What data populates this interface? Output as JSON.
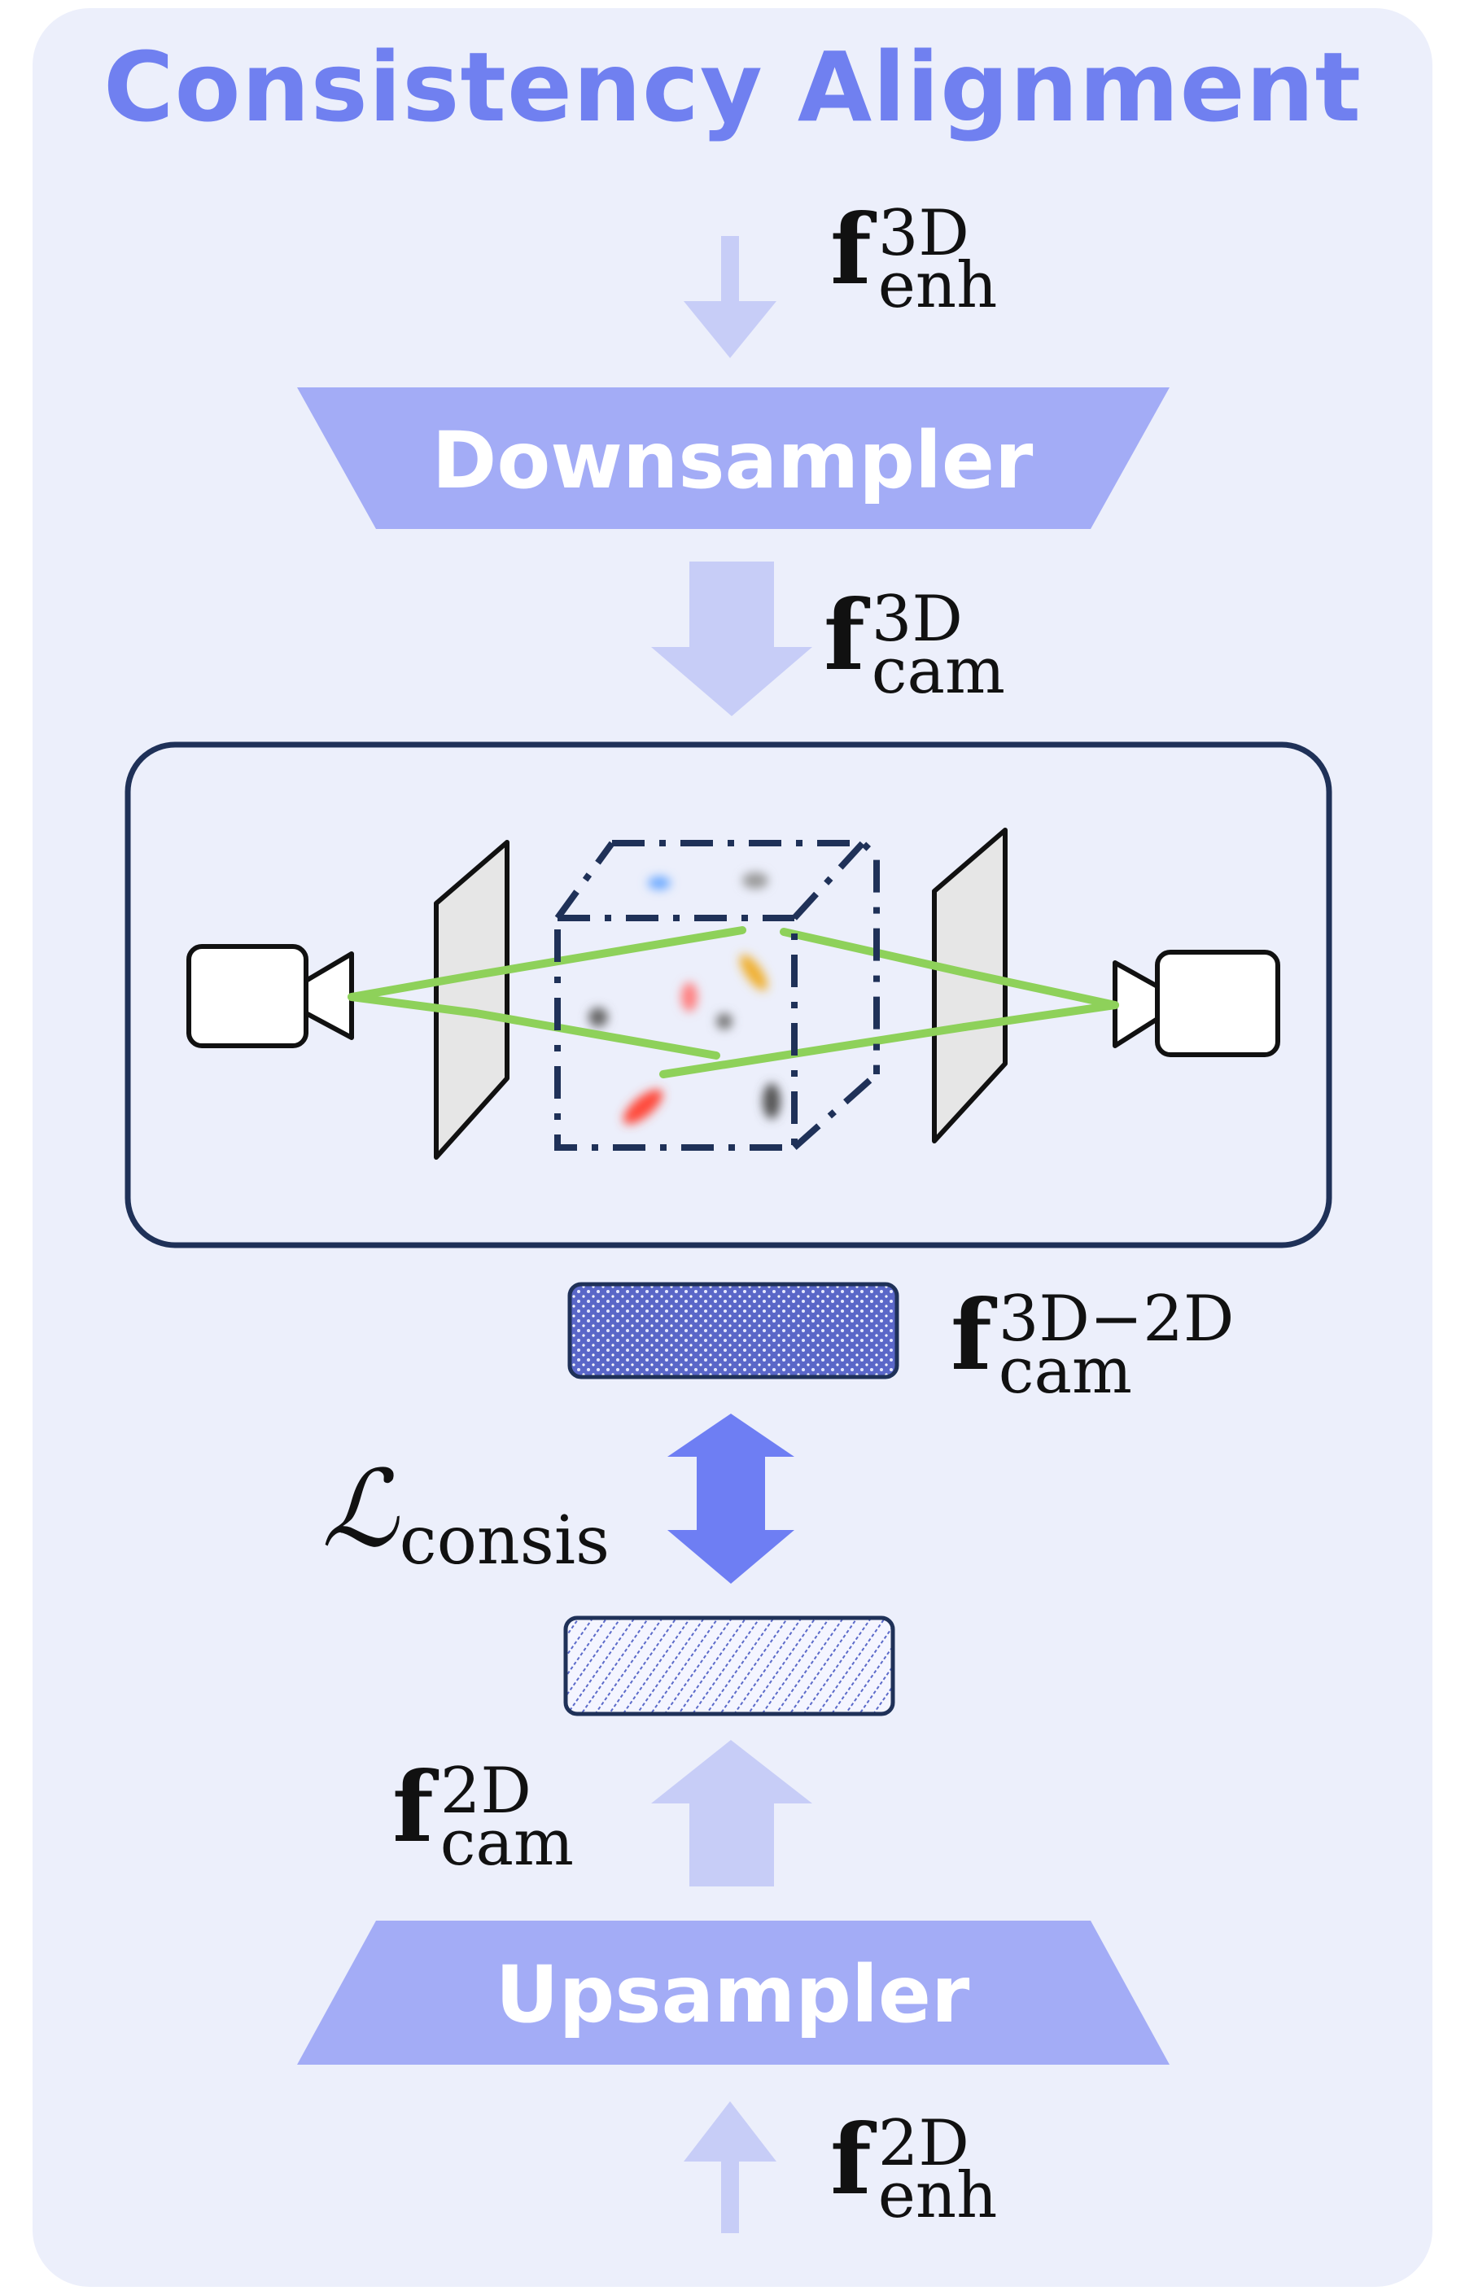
{
  "title": "Consistency Alignment",
  "blocks": {
    "downsampler": "Downsampler",
    "upsampler": "Upsampler"
  },
  "features": {
    "f_enh_3d": {
      "symbol": "f",
      "sup": "3D",
      "sub": "enh"
    },
    "f_cam_3d": {
      "symbol": "f",
      "sup": "3D",
      "sub": "cam"
    },
    "f_cam_3d_2d": {
      "symbol": "f",
      "sup": "3D−2D",
      "sub": "cam"
    },
    "f_cam_2d": {
      "symbol": "f",
      "sup": "2D",
      "sub": "cam"
    },
    "f_enh_2d": {
      "symbol": "f",
      "sup": "2D",
      "sub": "enh"
    }
  },
  "loss": {
    "symbol": "ℒ",
    "sub": "consis"
  },
  "colors": {
    "panel_bg": "#eceffb",
    "title": "#7080f0",
    "block_fill": "#a3acf6",
    "arrow_light": "#c7cdf7",
    "double_arrow": "#6e7ef3",
    "frame": "#1f3158",
    "ray": "#8ed15a",
    "plane": "#e6e6e6"
  },
  "icons": [
    "camera-left-icon",
    "camera-right-icon",
    "image-plane-left",
    "image-plane-right",
    "dashed-cube",
    "double-arrow-icon"
  ]
}
